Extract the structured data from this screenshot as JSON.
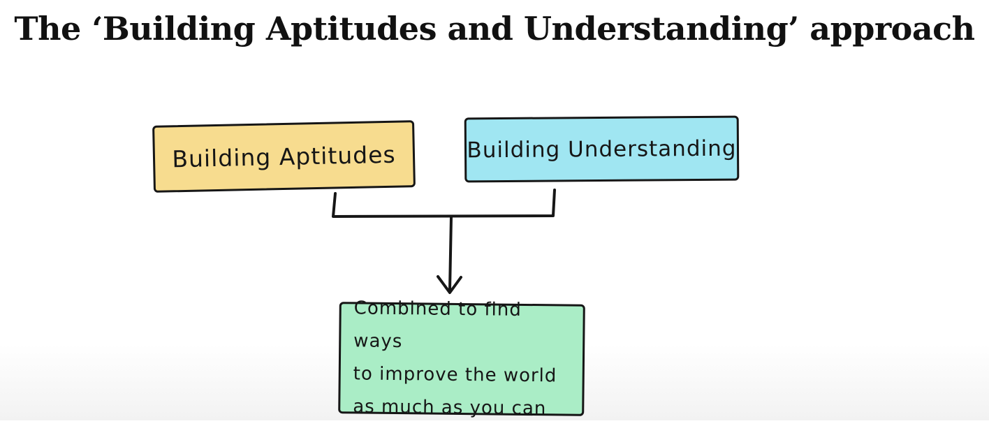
{
  "title": "The ‘Building Aptitudes and Understanding’ approach",
  "diagram": {
    "nodes": {
      "aptitudes": {
        "label": "Building Aptitudes",
        "color": "#f7dc8f"
      },
      "understanding": {
        "label": "Building Understanding",
        "color": "#a0e6f2"
      },
      "result": {
        "lines": [
          "Combined to find ways",
          "to improve the world",
          "as much as you can"
        ],
        "color": "#aaedc6"
      }
    },
    "edges": [
      {
        "from": "aptitudes",
        "to": "result"
      },
      {
        "from": "understanding",
        "to": "result"
      }
    ]
  }
}
